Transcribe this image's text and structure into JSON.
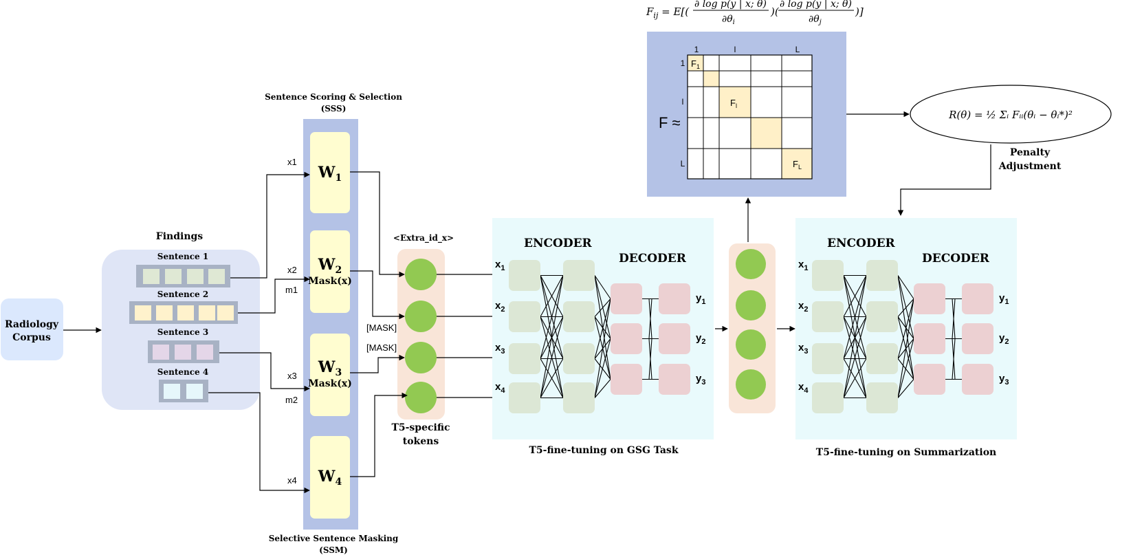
{
  "corpus": {
    "line1": "Radiology",
    "line2": "Corpus"
  },
  "findings": {
    "title": "Findings",
    "sentences": [
      {
        "label": "Sentence 1",
        "color": "#dfe8d4"
      },
      {
        "label": "Sentence 2",
        "color": "#fff2cc"
      },
      {
        "label": "Sentence 3",
        "color": "#e4d6e8"
      },
      {
        "label": "Sentence 4",
        "color": "#e6f7fb"
      }
    ]
  },
  "sss": {
    "title": "Sentence Scoring & Selection",
    "abbr": "(SSS)"
  },
  "ssm": {
    "title": "Selective Sentence Masking",
    "abbr": "(SSM)"
  },
  "weights": [
    {
      "w": "W",
      "sub": "1",
      "mask": ""
    },
    {
      "w": "W",
      "sub": "2",
      "mask": "Mask(x)"
    },
    {
      "w": "W",
      "sub": "3",
      "mask": "Mask(x)"
    },
    {
      "w": "W",
      "sub": "4",
      "mask": ""
    }
  ],
  "edge_labels": {
    "x1": "x1",
    "x2": "x2",
    "m1": "m1",
    "x3": "x3",
    "m2": "m2",
    "x4": "x4"
  },
  "mask_token": "[MASK]",
  "extra_id": "<Extra_id_x>",
  "t5_tokens": {
    "line1": "T5-specific",
    "line2": "tokens"
  },
  "gsg": {
    "caption": "T5-fine-tuning on GSG Task"
  },
  "summ": {
    "caption": "T5-fine-tuning on Summarization"
  },
  "encoder_label": "ENCODER",
  "decoder_label": "DECODER",
  "inputs": [
    "x",
    "x",
    "x",
    "x"
  ],
  "outputs": [
    "y",
    "y",
    "y"
  ],
  "fisher": {
    "formula_lhs": "F",
    "formula_sub": "ij",
    "formula_rhs": "= E[(∂ log p(y | x; θ) / ∂θ",
    "approx": "F ≈",
    "col_labels": [
      "1",
      "l",
      "L"
    ],
    "row_labels": [
      "1",
      "l",
      "L"
    ],
    "diag_labels": [
      "F",
      "F",
      "F"
    ],
    "diag_subs": [
      "1",
      "l",
      "L"
    ]
  },
  "penalty": {
    "formula": "R(θ) = ½ Σᵢ Fᵢᵢ(θᵢ − θᵢ*)²",
    "label1": "Penalty",
    "label2": "Adjustment"
  },
  "colors": {
    "panel_blue": "#b4c2e6",
    "soft_blue": "#dfe5f6",
    "corpus_blue": "#dbe8fd",
    "cream": "#fffdd0",
    "peach": "#f9e5d8",
    "green_dot": "#92c952",
    "enc_green": "#dce7d5",
    "dec_pink": "#ecd0d2",
    "cyan_panel": "#e9fafc",
    "diag_yellow": "#fff0c8"
  }
}
